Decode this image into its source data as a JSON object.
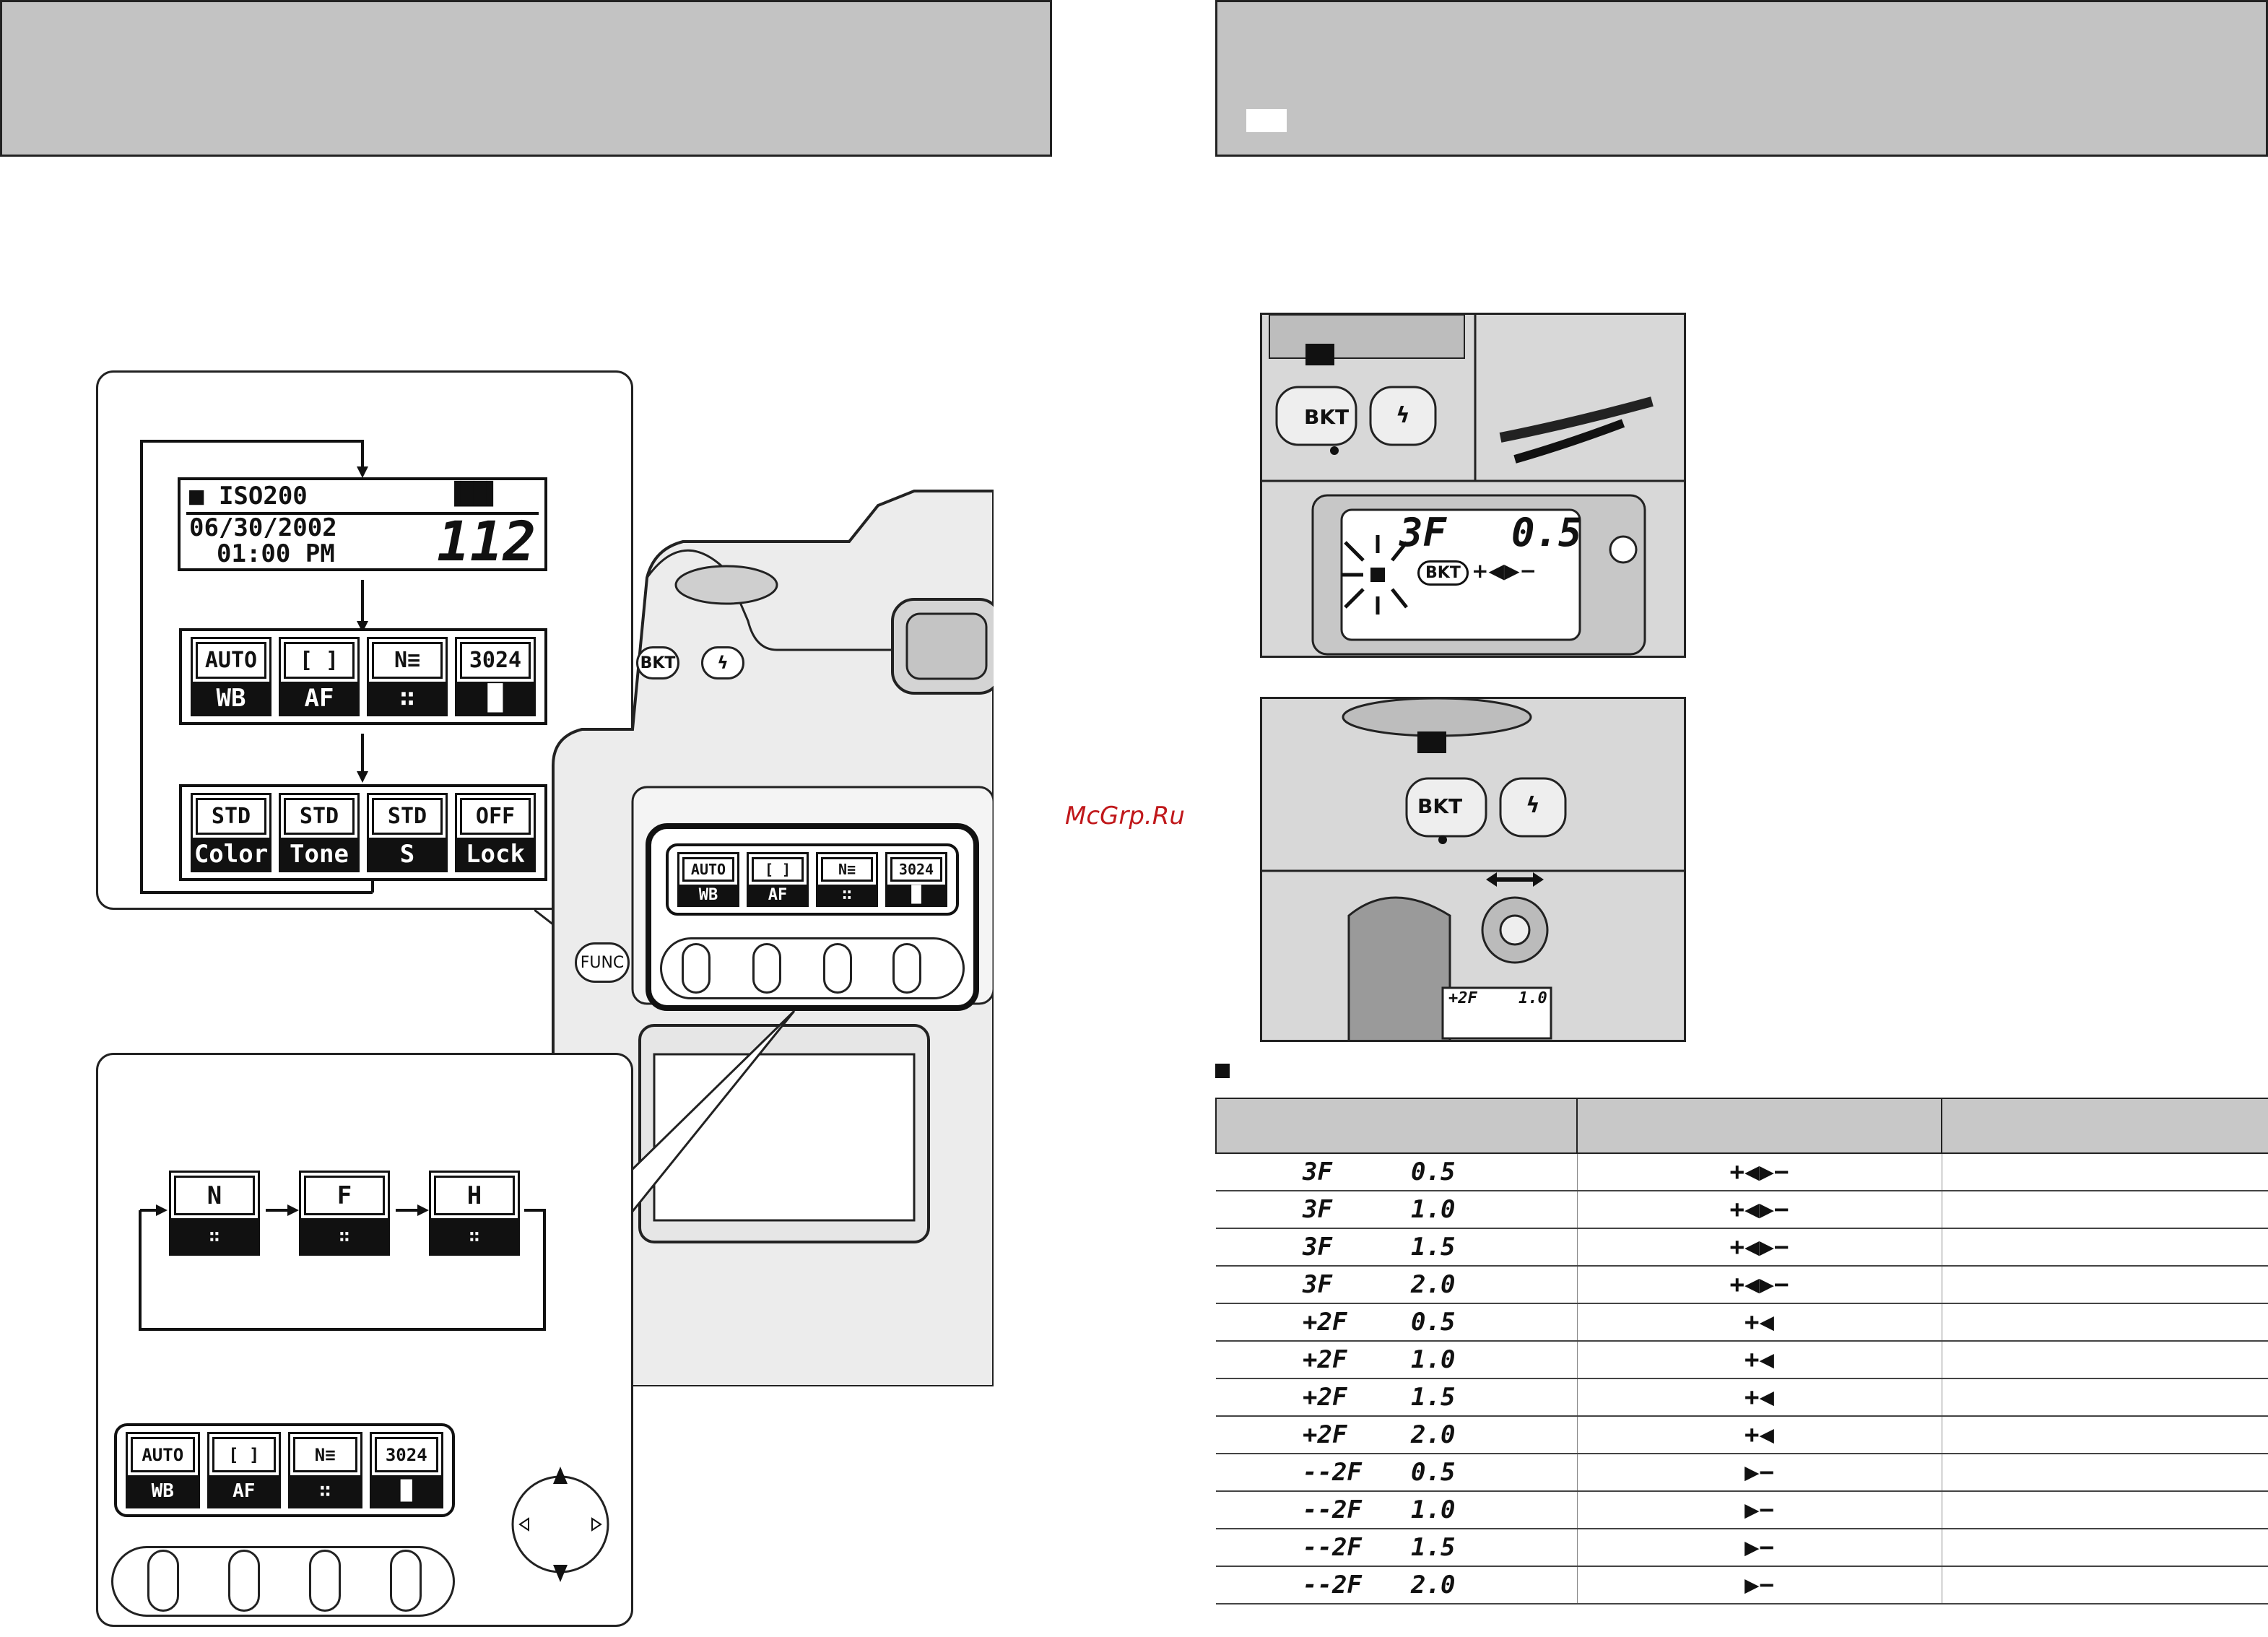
{
  "watermark": "McGrp.Ru",
  "lcd_top": {
    "mode": "■ ISO200",
    "battery": "▐██▌",
    "date": "06/30/2002",
    "time": "01:00 PM",
    "counter": "112"
  },
  "func_row1": [
    {
      "top": "AUTO",
      "bottom": "WB"
    },
    {
      "top": "[ ]",
      "bottom": "AF"
    },
    {
      "top": "N≡",
      "bottom": "∷"
    },
    {
      "top": "3024",
      "bottom": "█"
    }
  ],
  "func_row2": [
    {
      "top": "STD",
      "bottom": "Color"
    },
    {
      "top": "STD",
      "bottom": "Tone"
    },
    {
      "top": "STD",
      "bottom": "S"
    },
    {
      "top": "OFF",
      "bottom": "Lock"
    }
  ],
  "quality_cycle": [
    "N",
    "F",
    "H"
  ],
  "camera_panel": {
    "func_label": "FUNC",
    "bkt_label": "BKT",
    "flash_label": "ϟ"
  },
  "bkt_lcd": {
    "frames": "3F",
    "step": "0.5",
    "bkt_label": "BKT"
  },
  "photo2_readout": {
    "frames": "+2F",
    "step": "1.0"
  },
  "bkt_table": {
    "rows": [
      {
        "frames": "3F",
        "step": "0.5",
        "indicator": "+◀▶−"
      },
      {
        "frames": "3F",
        "step": "1.0",
        "indicator": "+◀▶−"
      },
      {
        "frames": "3F",
        "step": "1.5",
        "indicator": "+◀▶−"
      },
      {
        "frames": "3F",
        "step": "2.0",
        "indicator": "+◀▶−"
      },
      {
        "frames": "+2F",
        "step": "0.5",
        "indicator": "+◀"
      },
      {
        "frames": "+2F",
        "step": "1.0",
        "indicator": "+◀"
      },
      {
        "frames": "+2F",
        "step": "1.5",
        "indicator": "+◀"
      },
      {
        "frames": "+2F",
        "step": "2.0",
        "indicator": "+◀"
      },
      {
        "frames": "--2F",
        "step": "0.5",
        "indicator": "▶−"
      },
      {
        "frames": "--2F",
        "step": "1.0",
        "indicator": "▶−"
      },
      {
        "frames": "--2F",
        "step": "1.5",
        "indicator": "▶−"
      },
      {
        "frames": "--2F",
        "step": "2.0",
        "indicator": "▶−"
      }
    ]
  }
}
